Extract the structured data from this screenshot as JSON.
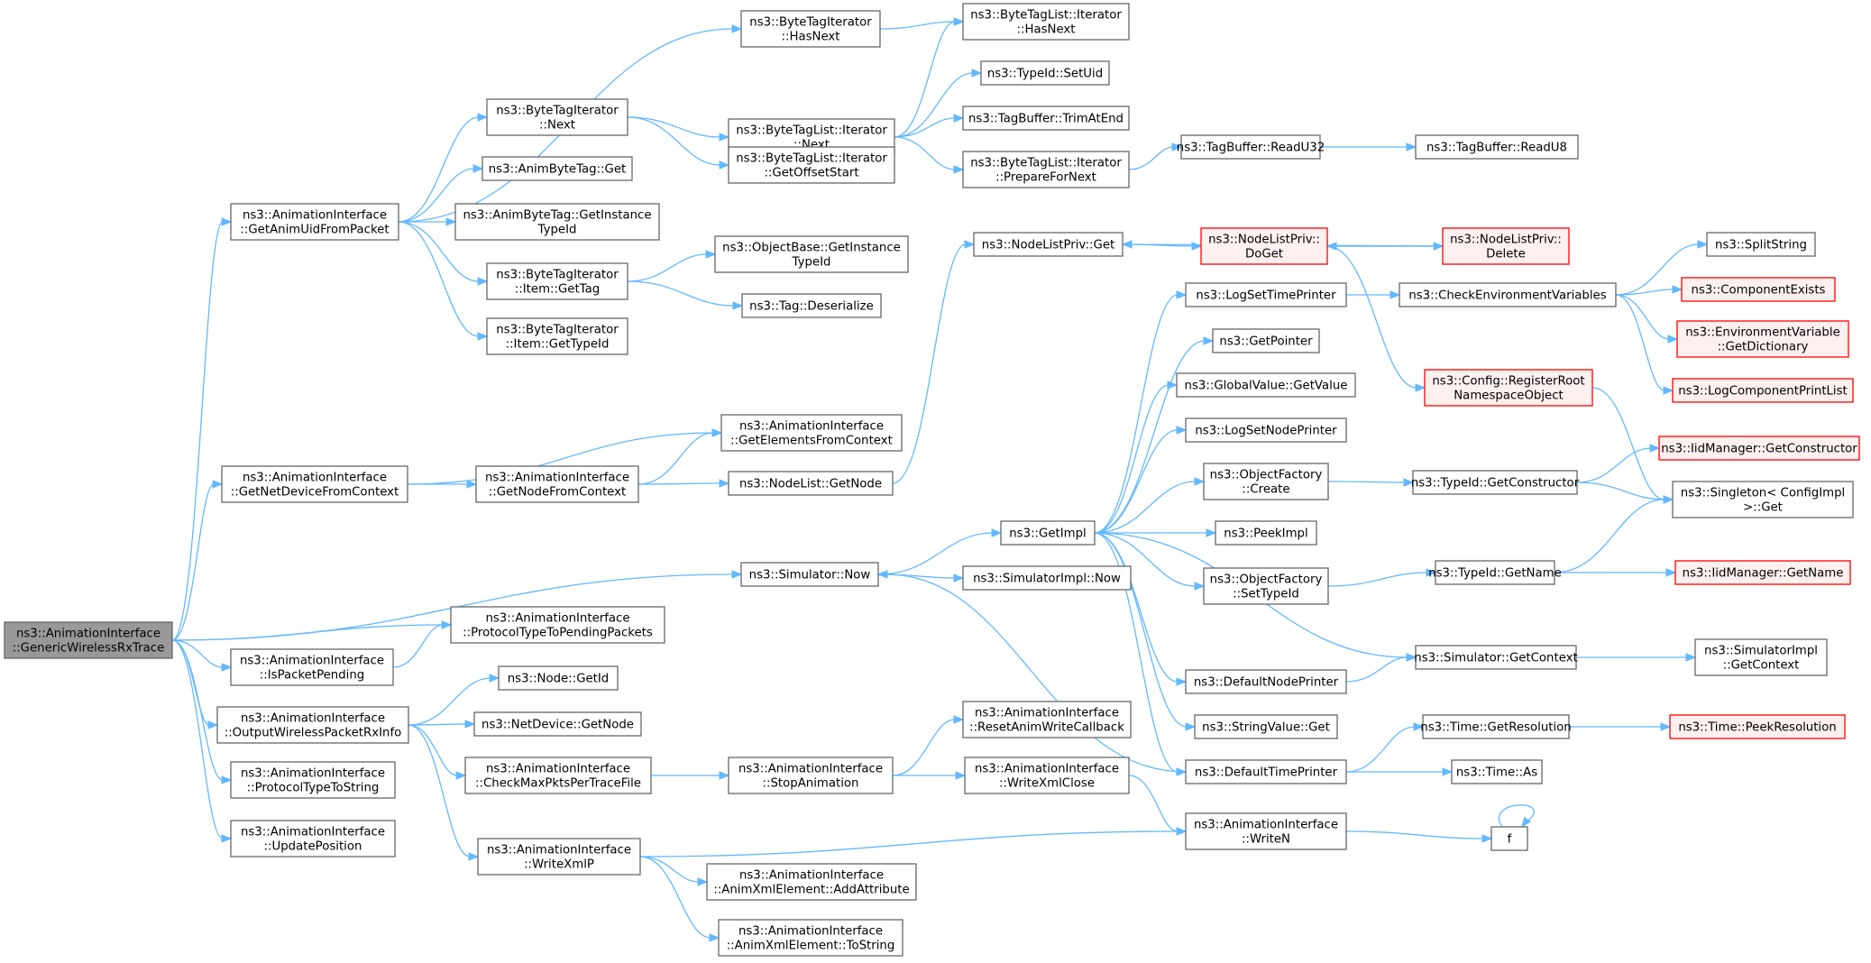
{
  "colors": {
    "edge": "#63b8ff",
    "root_fill": "#999999",
    "node_fill": "#ffffff",
    "node_stroke": "#666666",
    "truncated_fill": "#fff0f0",
    "truncated_stroke": "#ff0000"
  },
  "nodes": [
    {
      "id": "root",
      "kind": "root",
      "lines": [
        "ns3::AnimationInterface",
        "::GenericWirelessRxTrace"
      ]
    },
    {
      "id": "getAnimUid",
      "kind": "normal",
      "lines": [
        "ns3::AnimationInterface",
        "::GetAnimUidFromPacket"
      ]
    },
    {
      "id": "getNetDev",
      "kind": "normal",
      "lines": [
        "ns3::AnimationInterface",
        "::GetNetDeviceFromContext"
      ]
    },
    {
      "id": "protoToPending",
      "kind": "normal",
      "lines": [
        "ns3::AnimationInterface",
        "::ProtocolTypeToPendingPackets"
      ]
    },
    {
      "id": "isPending",
      "kind": "normal",
      "lines": [
        "ns3::AnimationInterface",
        "::IsPacketPending"
      ]
    },
    {
      "id": "outRx",
      "kind": "normal",
      "lines": [
        "ns3::AnimationInterface",
        "::OutputWirelessPacketRxInfo"
      ]
    },
    {
      "id": "protoToString",
      "kind": "normal",
      "lines": [
        "ns3::AnimationInterface",
        "::ProtocolTypeToString"
      ]
    },
    {
      "id": "updatePos",
      "kind": "normal",
      "lines": [
        "ns3::AnimationInterface",
        "::UpdatePosition"
      ]
    },
    {
      "id": "simNow",
      "kind": "normal",
      "lines": [
        "ns3::Simulator::Now"
      ]
    },
    {
      "id": "btiHasNext",
      "kind": "normal",
      "lines": [
        "ns3::ByteTagIterator",
        "::HasNext"
      ]
    },
    {
      "id": "btiNext",
      "kind": "normal",
      "lines": [
        "ns3::ByteTagIterator",
        "::Next"
      ]
    },
    {
      "id": "abtGet",
      "kind": "normal",
      "lines": [
        "ns3::AnimByteTag::Get"
      ]
    },
    {
      "id": "abtGetInst",
      "kind": "normal",
      "lines": [
        "ns3::AnimByteTag::GetInstance",
        "TypeId"
      ]
    },
    {
      "id": "btiItemGetTag",
      "kind": "normal",
      "lines": [
        "ns3::ByteTagIterator",
        "::Item::GetTag"
      ]
    },
    {
      "id": "btiItemGetTypeId",
      "kind": "normal",
      "lines": [
        "ns3::ByteTagIterator",
        "::Item::GetTypeId"
      ]
    },
    {
      "id": "getNodeFromCtx",
      "kind": "normal",
      "lines": [
        "ns3::AnimationInterface",
        "::GetNodeFromContext"
      ]
    },
    {
      "id": "getElemFromCtx",
      "kind": "normal",
      "lines": [
        "ns3::AnimationInterface",
        "::GetElementsFromContext"
      ]
    },
    {
      "id": "nodeGetId",
      "kind": "normal",
      "lines": [
        "ns3::Node::GetId"
      ]
    },
    {
      "id": "netDevGetNode",
      "kind": "normal",
      "lines": [
        "ns3::NetDevice::GetNode"
      ]
    },
    {
      "id": "checkMax",
      "kind": "normal",
      "lines": [
        "ns3::AnimationInterface",
        "::CheckMaxPktsPerTraceFile"
      ]
    },
    {
      "id": "writeXmlP",
      "kind": "normal",
      "lines": [
        "ns3::AnimationInterface",
        "::WriteXmlP"
      ]
    },
    {
      "id": "btlIterNext",
      "kind": "normal",
      "lines": [
        "ns3::ByteTagList::Iterator",
        "::Next"
      ]
    },
    {
      "id": "btlIterGetOffset",
      "kind": "normal",
      "lines": [
        "ns3::ByteTagList::Iterator",
        "::GetOffsetStart"
      ]
    },
    {
      "id": "objBaseGetInst",
      "kind": "normal",
      "lines": [
        "ns3::ObjectBase::GetInstance",
        "TypeId"
      ]
    },
    {
      "id": "tagDeser",
      "kind": "normal",
      "lines": [
        "ns3::Tag::Deserialize"
      ]
    },
    {
      "id": "nodeListGetNode",
      "kind": "normal",
      "lines": [
        "ns3::NodeList::GetNode"
      ]
    },
    {
      "id": "stopAnim",
      "kind": "normal",
      "lines": [
        "ns3::AnimationInterface",
        "::StopAnimation"
      ]
    },
    {
      "id": "addAttr",
      "kind": "normal",
      "lines": [
        "ns3::AnimationInterface",
        "::AnimXmlElement::AddAttribute"
      ]
    },
    {
      "id": "toString",
      "kind": "normal",
      "lines": [
        "ns3::AnimationInterface",
        "::AnimXmlElement::ToString"
      ]
    },
    {
      "id": "btlIterHasNext",
      "kind": "normal",
      "lines": [
        "ns3::ByteTagList::Iterator",
        "::HasNext"
      ]
    },
    {
      "id": "typeIdSetUid",
      "kind": "normal",
      "lines": [
        "ns3::TypeId::SetUid"
      ]
    },
    {
      "id": "tagBufTrim",
      "kind": "normal",
      "lines": [
        "ns3::TagBuffer::TrimAtEnd"
      ]
    },
    {
      "id": "btlIterPrepare",
      "kind": "normal",
      "lines": [
        "ns3::ByteTagList::Iterator",
        "::PrepareForNext"
      ]
    },
    {
      "id": "nodeListPrivGet",
      "kind": "normal",
      "lines": [
        "ns3::NodeListPriv::Get"
      ]
    },
    {
      "id": "getImpl",
      "kind": "normal",
      "lines": [
        "ns3::GetImpl"
      ]
    },
    {
      "id": "simImplNow",
      "kind": "normal",
      "lines": [
        "ns3::SimulatorImpl::Now"
      ]
    },
    {
      "id": "resetAnimCb",
      "kind": "normal",
      "lines": [
        "ns3::AnimationInterface",
        "::ResetAnimWriteCallback"
      ]
    },
    {
      "id": "writeXmlClose",
      "kind": "normal",
      "lines": [
        "ns3::AnimationInterface",
        "::WriteXmlClose"
      ]
    },
    {
      "id": "tagBufReadU32",
      "kind": "normal",
      "lines": [
        "ns3::TagBuffer::ReadU32"
      ]
    },
    {
      "id": "nlpDoGet",
      "kind": "trunc",
      "lines": [
        "ns3::NodeListPriv::",
        "DoGet"
      ]
    },
    {
      "id": "logSetTime",
      "kind": "normal",
      "lines": [
        "ns3::LogSetTimePrinter"
      ]
    },
    {
      "id": "getPointer",
      "kind": "normal",
      "lines": [
        "ns3::GetPointer"
      ]
    },
    {
      "id": "globalValGet",
      "kind": "normal",
      "lines": [
        "ns3::GlobalValue::GetValue"
      ]
    },
    {
      "id": "logSetNode",
      "kind": "normal",
      "lines": [
        "ns3::LogSetNodePrinter"
      ]
    },
    {
      "id": "objFactCreate",
      "kind": "normal",
      "lines": [
        "ns3::ObjectFactory",
        "::Create"
      ]
    },
    {
      "id": "peekImpl",
      "kind": "normal",
      "lines": [
        "ns3::PeekImpl"
      ]
    },
    {
      "id": "objFactSetType",
      "kind": "normal",
      "lines": [
        "ns3::ObjectFactory",
        "::SetTypeId"
      ]
    },
    {
      "id": "defNodePrinter",
      "kind": "normal",
      "lines": [
        "ns3::DefaultNodePrinter"
      ]
    },
    {
      "id": "strValGet",
      "kind": "normal",
      "lines": [
        "ns3::StringValue::Get"
      ]
    },
    {
      "id": "defTimePrinter",
      "kind": "normal",
      "lines": [
        "ns3::DefaultTimePrinter"
      ]
    },
    {
      "id": "writeN",
      "kind": "normal",
      "lines": [
        "ns3::AnimationInterface",
        "::WriteN"
      ]
    },
    {
      "id": "configReg",
      "kind": "trunc",
      "lines": [
        "ns3::Config::RegisterRoot",
        "NamespaceObject"
      ]
    },
    {
      "id": "tagBufReadU8",
      "kind": "normal",
      "lines": [
        "ns3::TagBuffer::ReadU8"
      ]
    },
    {
      "id": "nlpDelete",
      "kind": "trunc",
      "lines": [
        "ns3::NodeListPriv::",
        "Delete"
      ]
    },
    {
      "id": "checkEnv",
      "kind": "normal",
      "lines": [
        "ns3::CheckEnvironmentVariables"
      ]
    },
    {
      "id": "typeIdGetCtor",
      "kind": "normal",
      "lines": [
        "ns3::TypeId::GetConstructor"
      ]
    },
    {
      "id": "typeIdGetName",
      "kind": "normal",
      "lines": [
        "ns3::TypeId::GetName"
      ]
    },
    {
      "id": "simGetCtx",
      "kind": "normal",
      "lines": [
        "ns3::Simulator::GetContext"
      ]
    },
    {
      "id": "timeGetRes",
      "kind": "normal",
      "lines": [
        "ns3::Time::GetResolution"
      ]
    },
    {
      "id": "timeAs",
      "kind": "normal",
      "lines": [
        "ns3::Time::As"
      ]
    },
    {
      "id": "fNode",
      "kind": "normal",
      "lines": [
        "f"
      ]
    },
    {
      "id": "splitString",
      "kind": "normal",
      "lines": [
        "ns3::SplitString"
      ]
    },
    {
      "id": "compExists",
      "kind": "trunc",
      "lines": [
        "ns3::ComponentExists"
      ]
    },
    {
      "id": "envVarGetDict",
      "kind": "trunc",
      "lines": [
        "ns3::EnvironmentVariable",
        "::GetDictionary"
      ]
    },
    {
      "id": "logCompPrint",
      "kind": "trunc",
      "lines": [
        "ns3::LogComponentPrintList"
      ]
    },
    {
      "id": "iidGetCtor",
      "kind": "trunc",
      "lines": [
        "ns3::IidManager::GetConstructor"
      ]
    },
    {
      "id": "singletonGet",
      "kind": "normal",
      "lines": [
        "ns3::Singleton< ConfigImpl",
        " >::Get"
      ]
    },
    {
      "id": "iidGetName",
      "kind": "trunc",
      "lines": [
        "ns3::IidManager::GetName"
      ]
    },
    {
      "id": "simImplGetCtx",
      "kind": "normal",
      "lines": [
        "ns3::SimulatorImpl",
        "::GetContext"
      ]
    },
    {
      "id": "timePeekRes",
      "kind": "trunc",
      "lines": [
        "ns3::Time::PeekResolution"
      ]
    }
  ],
  "edges": [
    [
      "root",
      "getAnimUid"
    ],
    [
      "root",
      "getNetDev"
    ],
    [
      "root",
      "simNow"
    ],
    [
      "root",
      "protoToPending"
    ],
    [
      "root",
      "isPending"
    ],
    [
      "root",
      "outRx"
    ],
    [
      "root",
      "protoToString"
    ],
    [
      "root",
      "updatePos"
    ],
    [
      "getAnimUid",
      "btiHasNext"
    ],
    [
      "getAnimUid",
      "btiNext"
    ],
    [
      "getAnimUid",
      "abtGet"
    ],
    [
      "getAnimUid",
      "abtGetInst"
    ],
    [
      "getAnimUid",
      "btiItemGetTag"
    ],
    [
      "getAnimUid",
      "btiItemGetTypeId"
    ],
    [
      "btiHasNext",
      "btlIterHasNext"
    ],
    [
      "btiNext",
      "btlIterNext"
    ],
    [
      "btiNext",
      "btlIterGetOffset"
    ],
    [
      "btlIterNext",
      "btlIterHasNext"
    ],
    [
      "btlIterNext",
      "typeIdSetUid"
    ],
    [
      "btlIterNext",
      "tagBufTrim"
    ],
    [
      "btlIterNext",
      "btlIterPrepare"
    ],
    [
      "btlIterPrepare",
      "tagBufReadU32"
    ],
    [
      "tagBufReadU32",
      "tagBufReadU8"
    ],
    [
      "btiItemGetTag",
      "objBaseGetInst"
    ],
    [
      "btiItemGetTag",
      "tagDeser"
    ],
    [
      "getNetDev",
      "getElemFromCtx"
    ],
    [
      "getNetDev",
      "getNodeFromCtx"
    ],
    [
      "getNodeFromCtx",
      "getElemFromCtx"
    ],
    [
      "getNodeFromCtx",
      "nodeListGetNode"
    ],
    [
      "nodeListGetNode",
      "nodeListPrivGet"
    ],
    [
      "nodeListPrivGet",
      "nlpDoGet"
    ],
    [
      "nlpDoGet",
      "nlpDelete"
    ],
    [
      "nlpDelete",
      "nlpDoGet"
    ],
    [
      "nlpDelete",
      "nodeListPrivGet"
    ],
    [
      "nlpDoGet",
      "configReg"
    ],
    [
      "configReg",
      "singletonGet"
    ],
    [
      "simNow",
      "getImpl"
    ],
    [
      "simNow",
      "simImplNow"
    ],
    [
      "getImpl",
      "logSetTime"
    ],
    [
      "getImpl",
      "getPointer"
    ],
    [
      "getImpl",
      "globalValGet"
    ],
    [
      "getImpl",
      "logSetNode"
    ],
    [
      "getImpl",
      "objFactCreate"
    ],
    [
      "getImpl",
      "peekImpl"
    ],
    [
      "getImpl",
      "objFactSetType"
    ],
    [
      "getImpl",
      "defNodePrinter"
    ],
    [
      "getImpl",
      "strValGet"
    ],
    [
      "getImpl",
      "defTimePrinter"
    ],
    [
      "getImpl",
      "simGetCtx"
    ],
    [
      "logSetTime",
      "checkEnv"
    ],
    [
      "checkEnv",
      "splitString"
    ],
    [
      "checkEnv",
      "compExists"
    ],
    [
      "checkEnv",
      "envVarGetDict"
    ],
    [
      "checkEnv",
      "logCompPrint"
    ],
    [
      "objFactCreate",
      "typeIdGetCtor"
    ],
    [
      "typeIdGetCtor",
      "iidGetCtor"
    ],
    [
      "typeIdGetCtor",
      "singletonGet"
    ],
    [
      "objFactSetType",
      "typeIdGetName"
    ],
    [
      "typeIdGetName",
      "singletonGet"
    ],
    [
      "typeIdGetName",
      "iidGetName"
    ],
    [
      "defNodePrinter",
      "simGetCtx"
    ],
    [
      "simGetCtx",
      "simImplGetCtx"
    ],
    [
      "defTimePrinter",
      "simNow"
    ],
    [
      "defTimePrinter",
      "timeGetRes"
    ],
    [
      "defTimePrinter",
      "timeAs"
    ],
    [
      "timeGetRes",
      "timePeekRes"
    ],
    [
      "isPending",
      "protoToPending"
    ],
    [
      "outRx",
      "nodeGetId"
    ],
    [
      "outRx",
      "netDevGetNode"
    ],
    [
      "outRx",
      "checkMax"
    ],
    [
      "outRx",
      "writeXmlP"
    ],
    [
      "checkMax",
      "stopAnim"
    ],
    [
      "stopAnim",
      "resetAnimCb"
    ],
    [
      "stopAnim",
      "writeXmlClose"
    ],
    [
      "writeXmlClose",
      "writeN"
    ],
    [
      "writeN",
      "fNode"
    ],
    [
      "fNode",
      "fNode"
    ],
    [
      "writeXmlP",
      "writeN"
    ],
    [
      "writeXmlP",
      "addAttr"
    ],
    [
      "writeXmlP",
      "toString"
    ]
  ]
}
